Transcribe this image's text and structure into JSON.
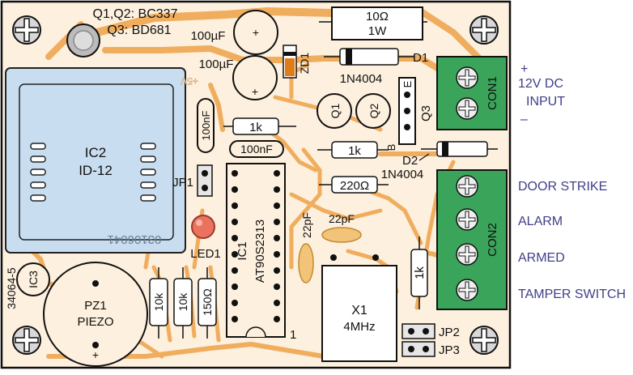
{
  "board": {
    "code_side": "34064-5",
    "code_module": "03106041",
    "v5_label": "+5V",
    "pin1_label": "1"
  },
  "transistors": {
    "list_label": "Q1,Q2: BC337",
    "q3_label": "Q3: BD681",
    "q1": "Q1",
    "q2": "Q2",
    "q3": "Q3",
    "pin_e": "E",
    "pin_b": "B"
  },
  "components": {
    "c1": "100µF",
    "c2": "100µF",
    "r_power_value": "10Ω",
    "r_power_rating": "1W",
    "zd1": "ZD1",
    "d1": "D1",
    "d1_type": "1N4004",
    "d2": "D2",
    "d2_type": "1N4004",
    "r_1k_a": "1k",
    "r_1k_b": "1k",
    "r_1k_c": "1k",
    "r_220": "220Ω",
    "r_10k_a": "10k",
    "r_10k_b": "10k",
    "r_150": "150Ω",
    "c_100nf_a": "100nF",
    "c_100nf_b": "100nF",
    "c_22pf_a": "22pF",
    "c_22pf_b": "22pF",
    "ic1": "IC1",
    "ic1_part": "AT90S2313",
    "ic2": "IC2",
    "ic2_part": "ID-12",
    "ic3": "IC3",
    "jp1": "JP1",
    "jp2": "JP2",
    "jp3": "JP3",
    "led1": "LED1",
    "pz1": "PZ1",
    "piezo": "PIEZO",
    "piezo_plus": "+",
    "x1": "X1",
    "x1_freq": "4MHz",
    "con1": "CON1",
    "con2": "CON2"
  },
  "labels": {
    "plus": "+",
    "voltage": "12V DC",
    "input": "INPUT",
    "minus": "–",
    "door_strike": "DOOR STRIKE",
    "alarm": "ALARM",
    "armed": "ARMED",
    "tamper": "TAMPER SWITCH"
  },
  "colors": {
    "board": "#fdf0de",
    "copper": "#f0ad5e",
    "module": "#c8ddef",
    "connector": "#3aa55a",
    "label_text": "#3f3f8a"
  }
}
